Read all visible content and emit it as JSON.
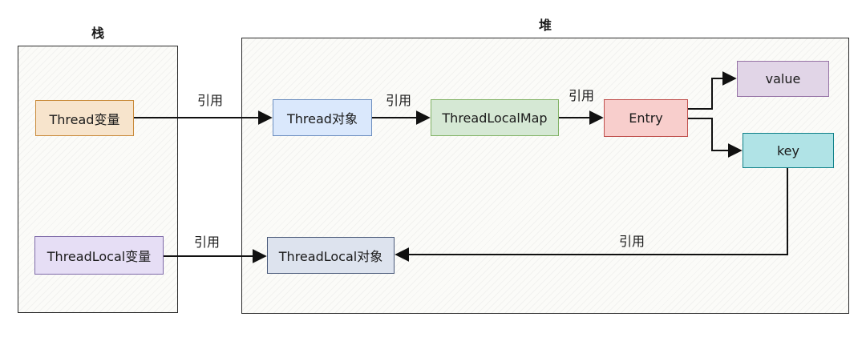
{
  "regions": {
    "stack": "栈",
    "heap": "堆"
  },
  "nodes": {
    "thread_var": "Thread变量",
    "threadlocal_var": "ThreadLocal变量",
    "thread_obj": "Thread对象",
    "threadlocalmap": "ThreadLocalMap",
    "entry": "Entry",
    "value": "value",
    "key": "key",
    "threadlocal_obj": "ThreadLocal对象"
  },
  "edge_labels": {
    "thread_ref": "引用",
    "map_ref": "引用",
    "entry_ref": "引用",
    "threadlocal_ref": "引用",
    "key_ref": "引用"
  },
  "colors": {
    "thread_var": {
      "border": "#c98a3a",
      "fill": "#f7e4cc"
    },
    "threadlocal_var": {
      "border": "#7e6aa8",
      "fill": "#e6def5"
    },
    "thread_obj": {
      "border": "#6c8ebf",
      "fill": "#dae8fc"
    },
    "threadlocalmap": {
      "border": "#82b366",
      "fill": "#d5e8d4"
    },
    "entry": {
      "border": "#c0504d",
      "fill": "#f8cecc"
    },
    "value": {
      "border": "#9673a6",
      "fill": "#e1d5e7"
    },
    "key": {
      "border": "#0e8088",
      "fill": "#b0e3e6"
    },
    "threadlocal_obj": {
      "border": "#4a5a7a",
      "fill": "#dde3ee"
    }
  }
}
